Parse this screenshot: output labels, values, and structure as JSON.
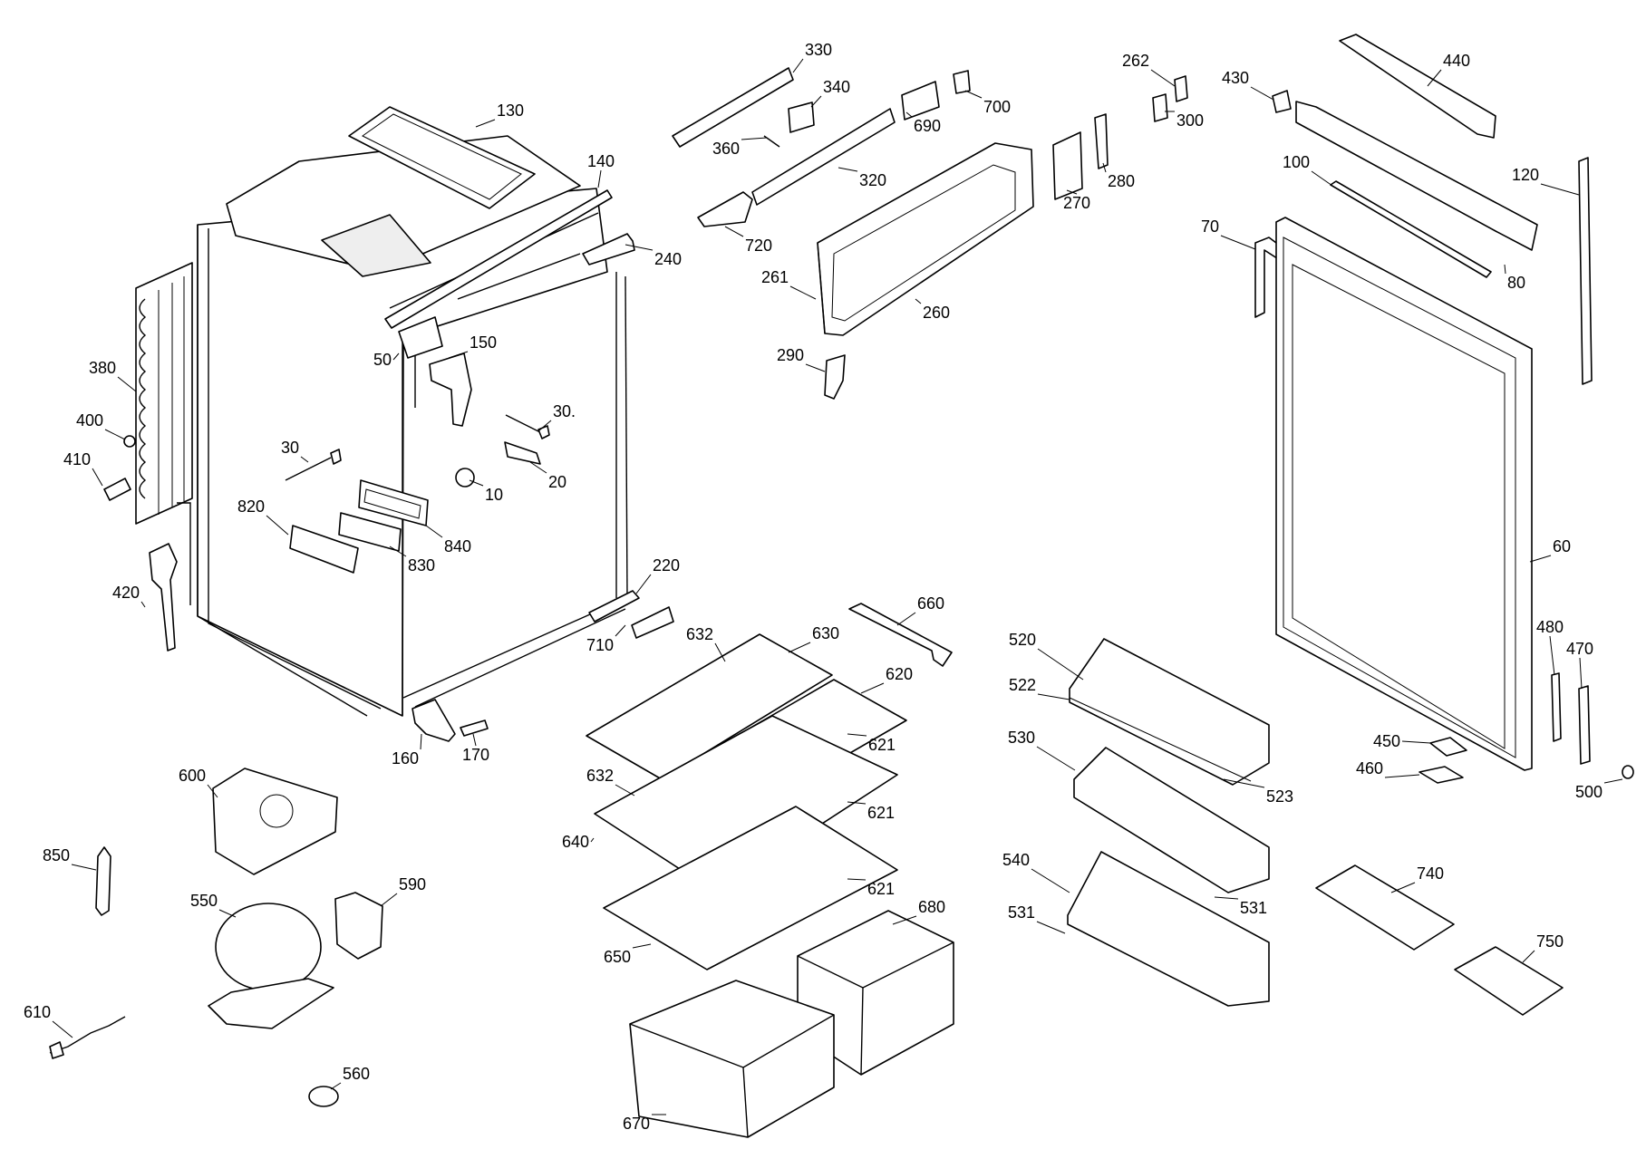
{
  "labels": [
    {
      "id": "130",
      "text": "130"
    },
    {
      "id": "140",
      "text": "140"
    },
    {
      "id": "240",
      "text": "240"
    },
    {
      "id": "50",
      "text": "50"
    },
    {
      "id": "150",
      "text": "150"
    },
    {
      "id": "380",
      "text": "380"
    },
    {
      "id": "400",
      "text": "400"
    },
    {
      "id": "410",
      "text": "410"
    },
    {
      "id": "30a",
      "text": "30"
    },
    {
      "id": "30b",
      "text": "30."
    },
    {
      "id": "20",
      "text": "20"
    },
    {
      "id": "10",
      "text": "10"
    },
    {
      "id": "820",
      "text": "820"
    },
    {
      "id": "840",
      "text": "840"
    },
    {
      "id": "830",
      "text": "830"
    },
    {
      "id": "420",
      "text": "420"
    },
    {
      "id": "220",
      "text": "220"
    },
    {
      "id": "710",
      "text": "710"
    },
    {
      "id": "160",
      "text": "160"
    },
    {
      "id": "170",
      "text": "170"
    },
    {
      "id": "330",
      "text": "330"
    },
    {
      "id": "340",
      "text": "340"
    },
    {
      "id": "360",
      "text": "360"
    },
    {
      "id": "320",
      "text": "320"
    },
    {
      "id": "720",
      "text": "720"
    },
    {
      "id": "690",
      "text": "690"
    },
    {
      "id": "700",
      "text": "700"
    },
    {
      "id": "261",
      "text": "261"
    },
    {
      "id": "260",
      "text": "260"
    },
    {
      "id": "290",
      "text": "290"
    },
    {
      "id": "262",
      "text": "262"
    },
    {
      "id": "300",
      "text": "300"
    },
    {
      "id": "270",
      "text": "270"
    },
    {
      "id": "280",
      "text": "280"
    },
    {
      "id": "430",
      "text": "430"
    },
    {
      "id": "440",
      "text": "440"
    },
    {
      "id": "100",
      "text": "100"
    },
    {
      "id": "80",
      "text": "80"
    },
    {
      "id": "120",
      "text": "120"
    },
    {
      "id": "70",
      "text": "70"
    },
    {
      "id": "60",
      "text": "60"
    },
    {
      "id": "480",
      "text": "480"
    },
    {
      "id": "470",
      "text": "470"
    },
    {
      "id": "450",
      "text": "450"
    },
    {
      "id": "460",
      "text": "460"
    },
    {
      "id": "500",
      "text": "500"
    },
    {
      "id": "660",
      "text": "660"
    },
    {
      "id": "632a",
      "text": "632"
    },
    {
      "id": "630",
      "text": "630"
    },
    {
      "id": "620",
      "text": "620"
    },
    {
      "id": "621a",
      "text": "621"
    },
    {
      "id": "632b",
      "text": "632"
    },
    {
      "id": "621b",
      "text": "621"
    },
    {
      "id": "640",
      "text": "640"
    },
    {
      "id": "621c",
      "text": "621"
    },
    {
      "id": "650",
      "text": "650"
    },
    {
      "id": "680",
      "text": "680"
    },
    {
      "id": "670",
      "text": "670"
    },
    {
      "id": "520",
      "text": "520"
    },
    {
      "id": "522",
      "text": "522"
    },
    {
      "id": "523",
      "text": "523"
    },
    {
      "id": "530",
      "text": "530"
    },
    {
      "id": "531a",
      "text": "531"
    },
    {
      "id": "540",
      "text": "540"
    },
    {
      "id": "531b",
      "text": "531"
    },
    {
      "id": "740",
      "text": "740"
    },
    {
      "id": "750",
      "text": "750"
    },
    {
      "id": "600",
      "text": "600"
    },
    {
      "id": "850",
      "text": "850"
    },
    {
      "id": "550",
      "text": "550"
    },
    {
      "id": "590",
      "text": "590"
    },
    {
      "id": "610",
      "text": "610"
    },
    {
      "id": "560",
      "text": "560"
    }
  ]
}
